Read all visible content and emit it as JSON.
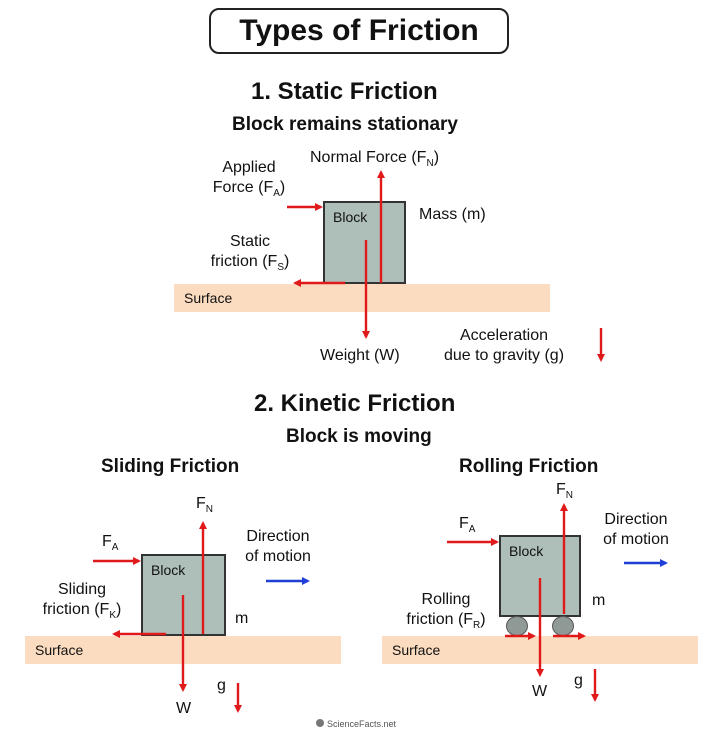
{
  "title": "Types of Friction",
  "static": {
    "heading": "1. Static Friction",
    "subheading": "Block remains stationary",
    "block_label": "Block",
    "surface_label": "Surface",
    "normal_force": {
      "text": "Normal Force (F",
      "sub": "N",
      "close": ")"
    },
    "applied_force_line1": "Applied",
    "applied_force_line2": {
      "text": "Force (F",
      "sub": "A",
      "close": ")"
    },
    "mass": "Mass (m)",
    "static_friction_line1": "Static",
    "static_friction_line2": {
      "text": "friction (F",
      "sub": "S",
      "close": ")"
    },
    "weight": "Weight (W)",
    "acceleration_line1": "Acceleration",
    "acceleration_line2": "due to gravity (g)"
  },
  "kinetic": {
    "heading": "2. Kinetic Friction",
    "subheading": "Block is moving",
    "sliding": {
      "title": "Sliding Friction",
      "block_label": "Block",
      "surface_label": "Surface",
      "fn": {
        "text": "F",
        "sub": "N"
      },
      "fa": {
        "text": "F",
        "sub": "A"
      },
      "direction_line1": "Direction",
      "direction_line2": "of motion",
      "friction_line1": "Sliding",
      "friction_line2": {
        "text": "friction (F",
        "sub": "K",
        "close": ")"
      },
      "mass": "m",
      "weight": "W",
      "gravity": "g"
    },
    "rolling": {
      "title": "Rolling Friction",
      "block_label": "Block",
      "surface_label": "Surface",
      "fn": {
        "text": "F",
        "sub": "N"
      },
      "fa": {
        "text": "F",
        "sub": "A"
      },
      "direction_line1": "Direction",
      "direction_line2": "of motion",
      "friction_line1": "Rolling",
      "friction_line2": {
        "text": "friction (F",
        "sub": "R",
        "close": ")"
      },
      "mass": "m",
      "weight": "W",
      "gravity": "g"
    }
  },
  "logo": "ScienceFacts.net",
  "colors": {
    "force_arrow": "#e0191b",
    "motion_arrow": "#1f3fd6",
    "surface": "#fbdcc0",
    "block": "#aebfba"
  }
}
